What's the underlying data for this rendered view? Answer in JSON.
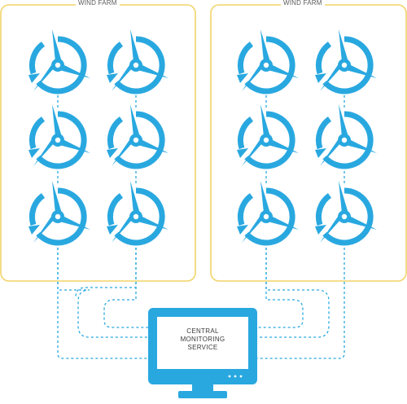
{
  "colors": {
    "accent": "#29a8e0",
    "frame": "#f2d46a",
    "text": "#3a3a3a",
    "monitor_screen": "#ffffff"
  },
  "farms": [
    {
      "label": "WIND FARM"
    },
    {
      "label": "WIND FARM"
    }
  ],
  "monitor": {
    "lines": [
      "CENTRAL",
      "MONITORING",
      "SERVICE"
    ],
    "icon": "monitor-icon"
  },
  "turbine_icon": "wind-turbine-icon"
}
